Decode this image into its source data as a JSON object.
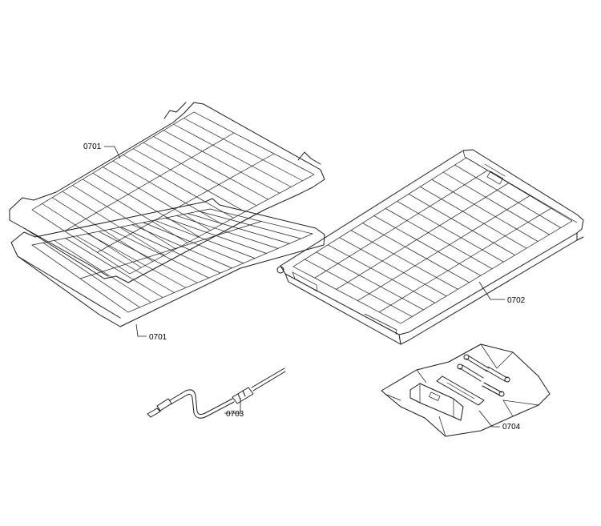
{
  "callouts": {
    "rack_top": "0701",
    "rack_bottom": "0701",
    "telescopic_rack": "0702",
    "meat_probe": "0703",
    "mounting_kit": "0704"
  }
}
